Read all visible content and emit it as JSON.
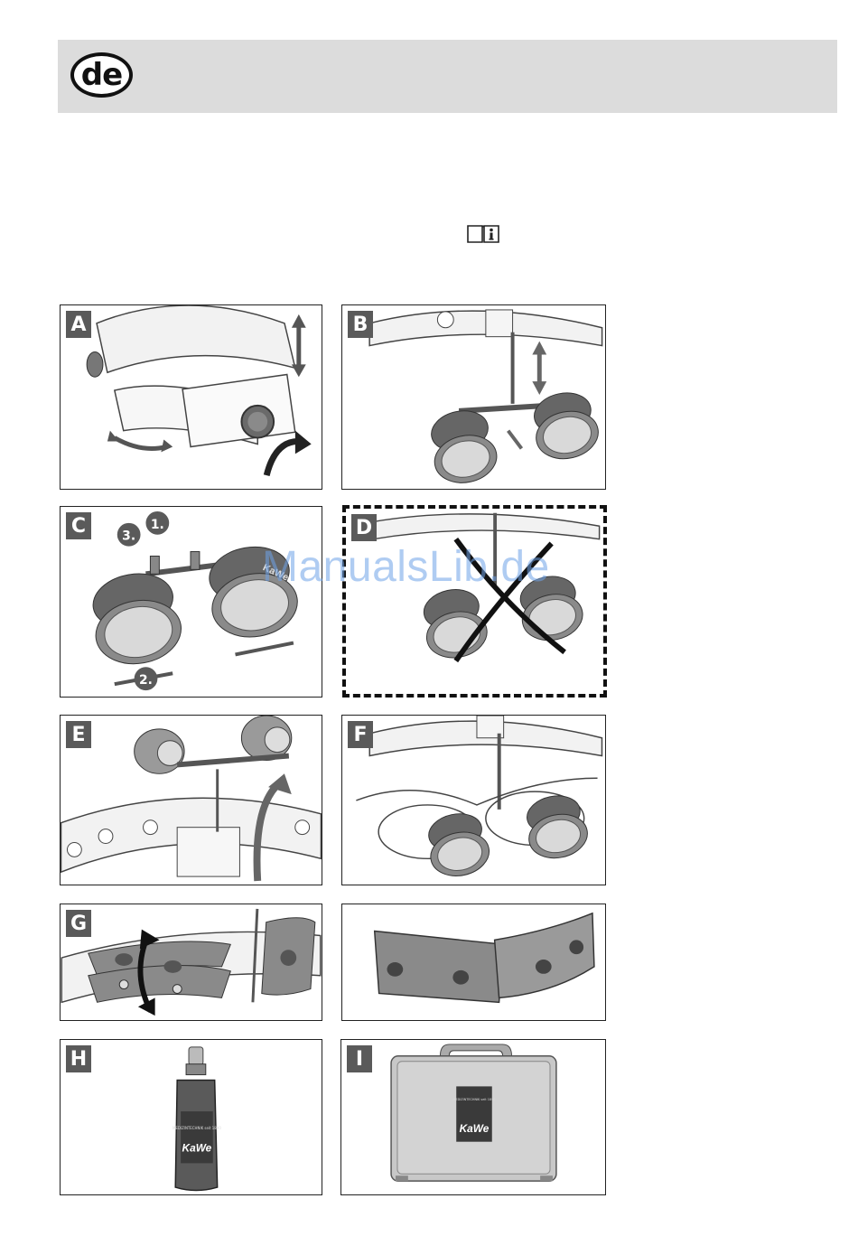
{
  "header": {
    "lang_code": "de",
    "background": "#dcdcdc"
  },
  "book_icon": {
    "name": "manual-info-icon"
  },
  "panels": [
    {
      "label": "A"
    },
    {
      "label": "B"
    },
    {
      "label": "C",
      "steps": [
        "1.",
        "2.",
        "3."
      ],
      "brand": "KaWe"
    },
    {
      "label": "D"
    },
    {
      "label": "E"
    },
    {
      "label": "F"
    },
    {
      "label": "G"
    },
    {
      "label": ""
    },
    {
      "label": "H",
      "brand": "KaWe",
      "bottle_text": "MEDIZINTECHNIK seit 1890"
    },
    {
      "label": "I",
      "brand": "KaWe",
      "case_text": "MEDIZINTECHNIK seit 1890"
    }
  ],
  "watermark": "ManualsLib.de"
}
